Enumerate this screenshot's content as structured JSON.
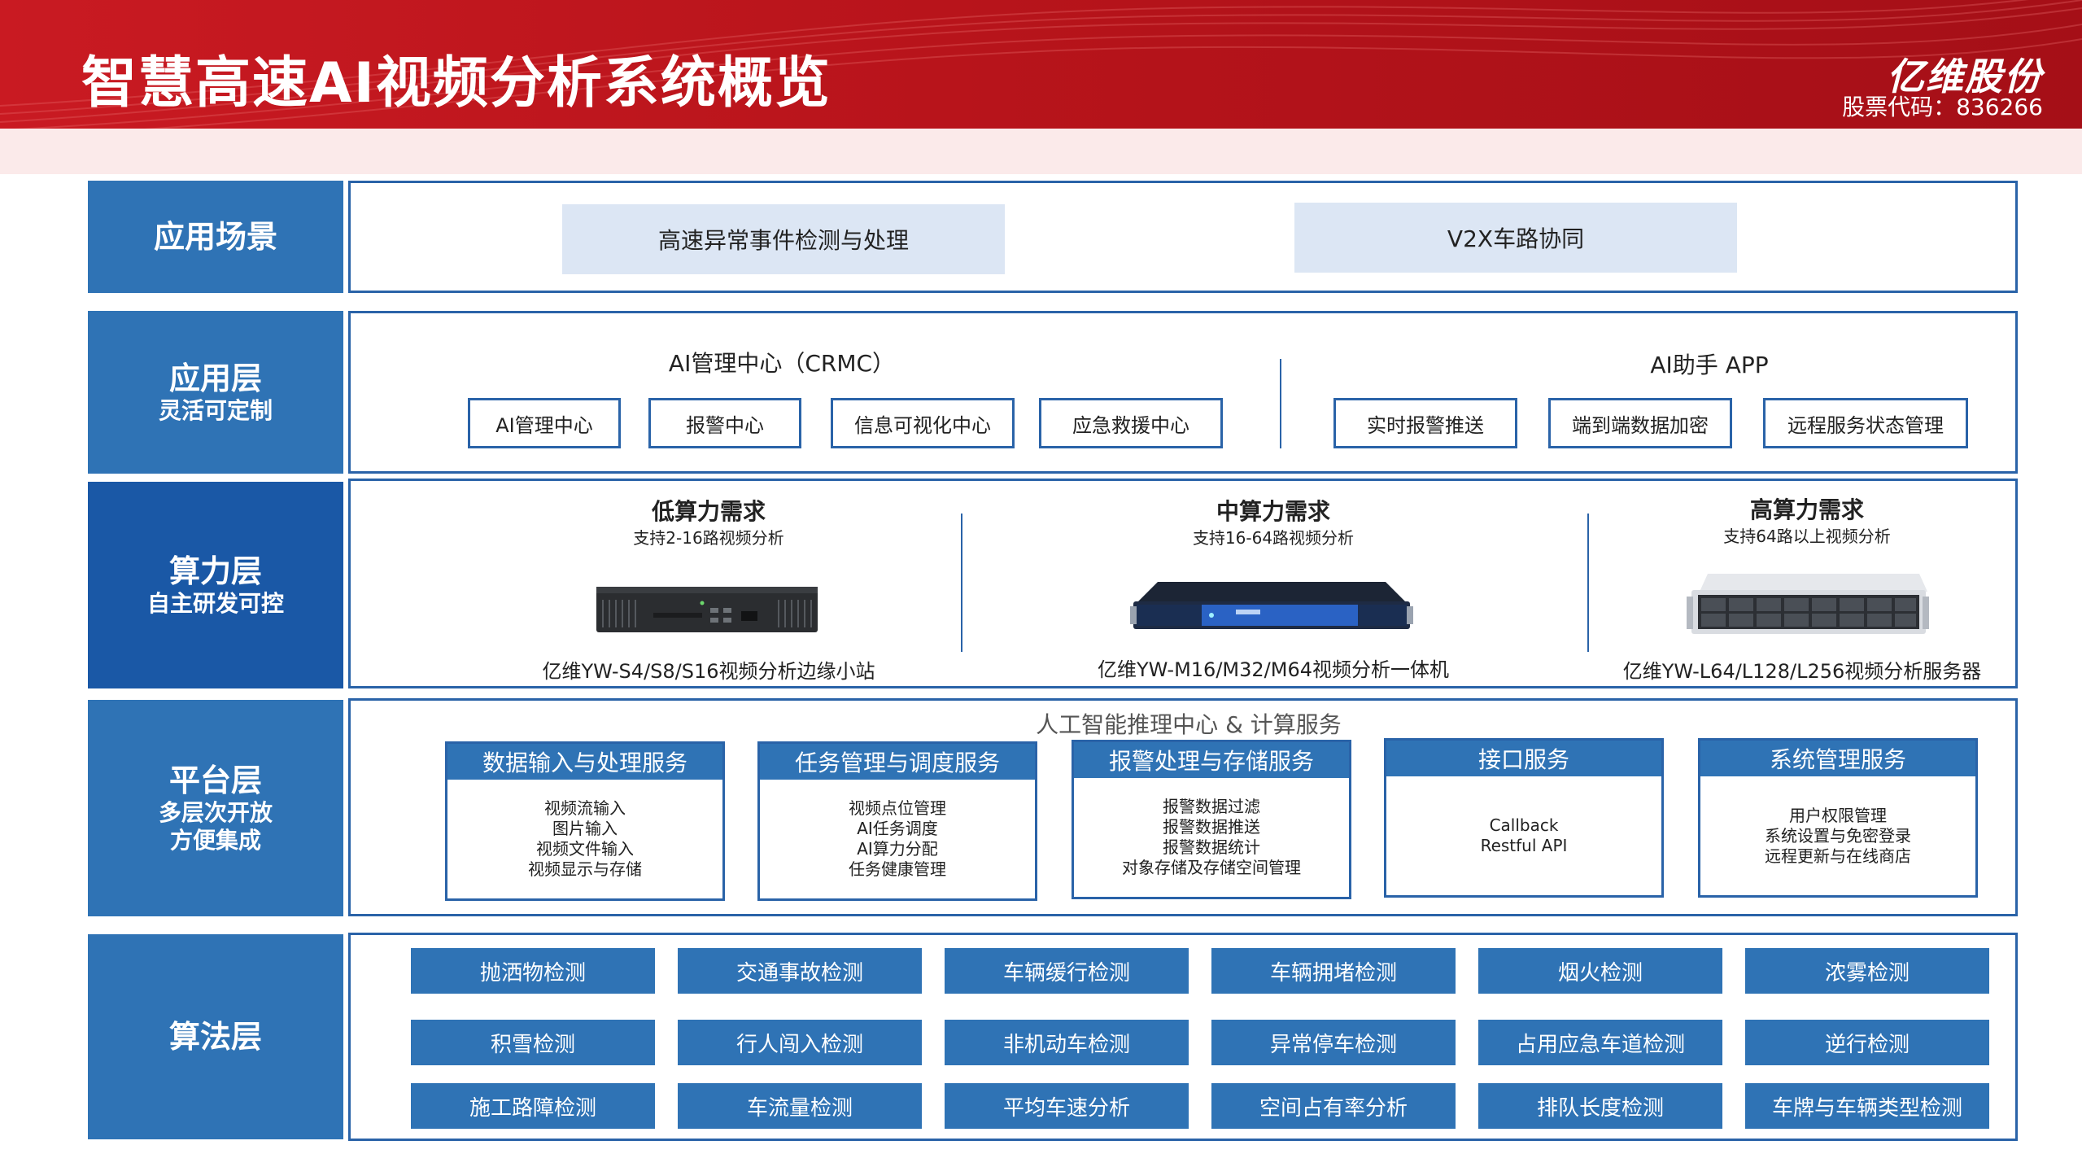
{
  "header": {
    "title": "智慧高速AI视频分析系统概览",
    "brand": "亿维股份",
    "stock_code": "股票代码：836266"
  },
  "colors": {
    "header_red": "#c91a22",
    "label_blue": "#2f73b5",
    "label_dark_blue": "#1a58a6",
    "border_blue": "#2a63a8",
    "scenario_fill": "#dce6f4",
    "pink_band": "#fbeaea"
  },
  "layers": {
    "scenario": {
      "label": "应用场景",
      "items": [
        "高速异常事件检测与处理",
        "V2X车路协同"
      ]
    },
    "application": {
      "label": "应用层",
      "sublabel": "灵活可定制",
      "groups": [
        {
          "title": "AI管理中心（CRMC）",
          "items": [
            "AI管理中心",
            "报警中心",
            "信息可视化中心",
            "应急救援中心"
          ]
        },
        {
          "title": "AI助手 APP",
          "items": [
            "实时报警推送",
            "端到端数据加密",
            "远程服务状态管理"
          ]
        }
      ]
    },
    "compute": {
      "label": "算力层",
      "sublabel": "自主研发可控",
      "tiers": [
        {
          "title": "低算力需求",
          "subtitle": "支持2-16路视频分析",
          "device_icon": "edge-box-icon",
          "product": "亿维YW-S4/S8/S16视频分析边缘小站"
        },
        {
          "title": "中算力需求",
          "subtitle": "支持16-64路视频分析",
          "device_icon": "rack-unit-icon",
          "product": "亿维YW-M16/M32/M64视频分析一体机"
        },
        {
          "title": "高算力需求",
          "subtitle": "支持64路以上视频分析",
          "device_icon": "server-icon",
          "product": "亿维YW-L64/L128/L256视频分析服务器"
        }
      ]
    },
    "platform": {
      "label": "平台层",
      "sublabel_lines": [
        "多层次开放",
        "方便集成"
      ],
      "center_title": "人工智能推理中心 & 计算服务",
      "services": [
        {
          "title": "数据输入与处理服务",
          "lines": [
            "视频流输入",
            "图片输入",
            "视频文件输入",
            "视频显示与存储"
          ]
        },
        {
          "title": "任务管理与调度服务",
          "lines": [
            "视频点位管理",
            "AI任务调度",
            "AI算力分配",
            "任务健康管理"
          ]
        },
        {
          "title": "报警处理与存储服务",
          "lines": [
            "报警数据过滤",
            "报警数据推送",
            "报警数据统计",
            "对象存储及存储空间管理"
          ]
        },
        {
          "title": "接口服务",
          "lines": [
            "Callback",
            "Restful API"
          ]
        },
        {
          "title": "系统管理服务",
          "lines": [
            "用户权限管理",
            "系统设置与免密登录",
            "远程更新与在线商店"
          ]
        }
      ]
    },
    "algorithm": {
      "label": "算法层",
      "rows": [
        [
          "抛洒物检测",
          "交通事故检测",
          "车辆缓行检测",
          "车辆拥堵检测",
          "烟火检测",
          "浓雾检测"
        ],
        [
          "积雪检测",
          "行人闯入检测",
          "非机动车检测",
          "异常停车检测",
          "占用应急车道检测",
          "逆行检测"
        ],
        [
          "施工路障检测",
          "车流量检测",
          "平均车速分析",
          "空间占有率分析",
          "排队长度检测",
          "车牌与车辆类型检测"
        ]
      ]
    }
  }
}
